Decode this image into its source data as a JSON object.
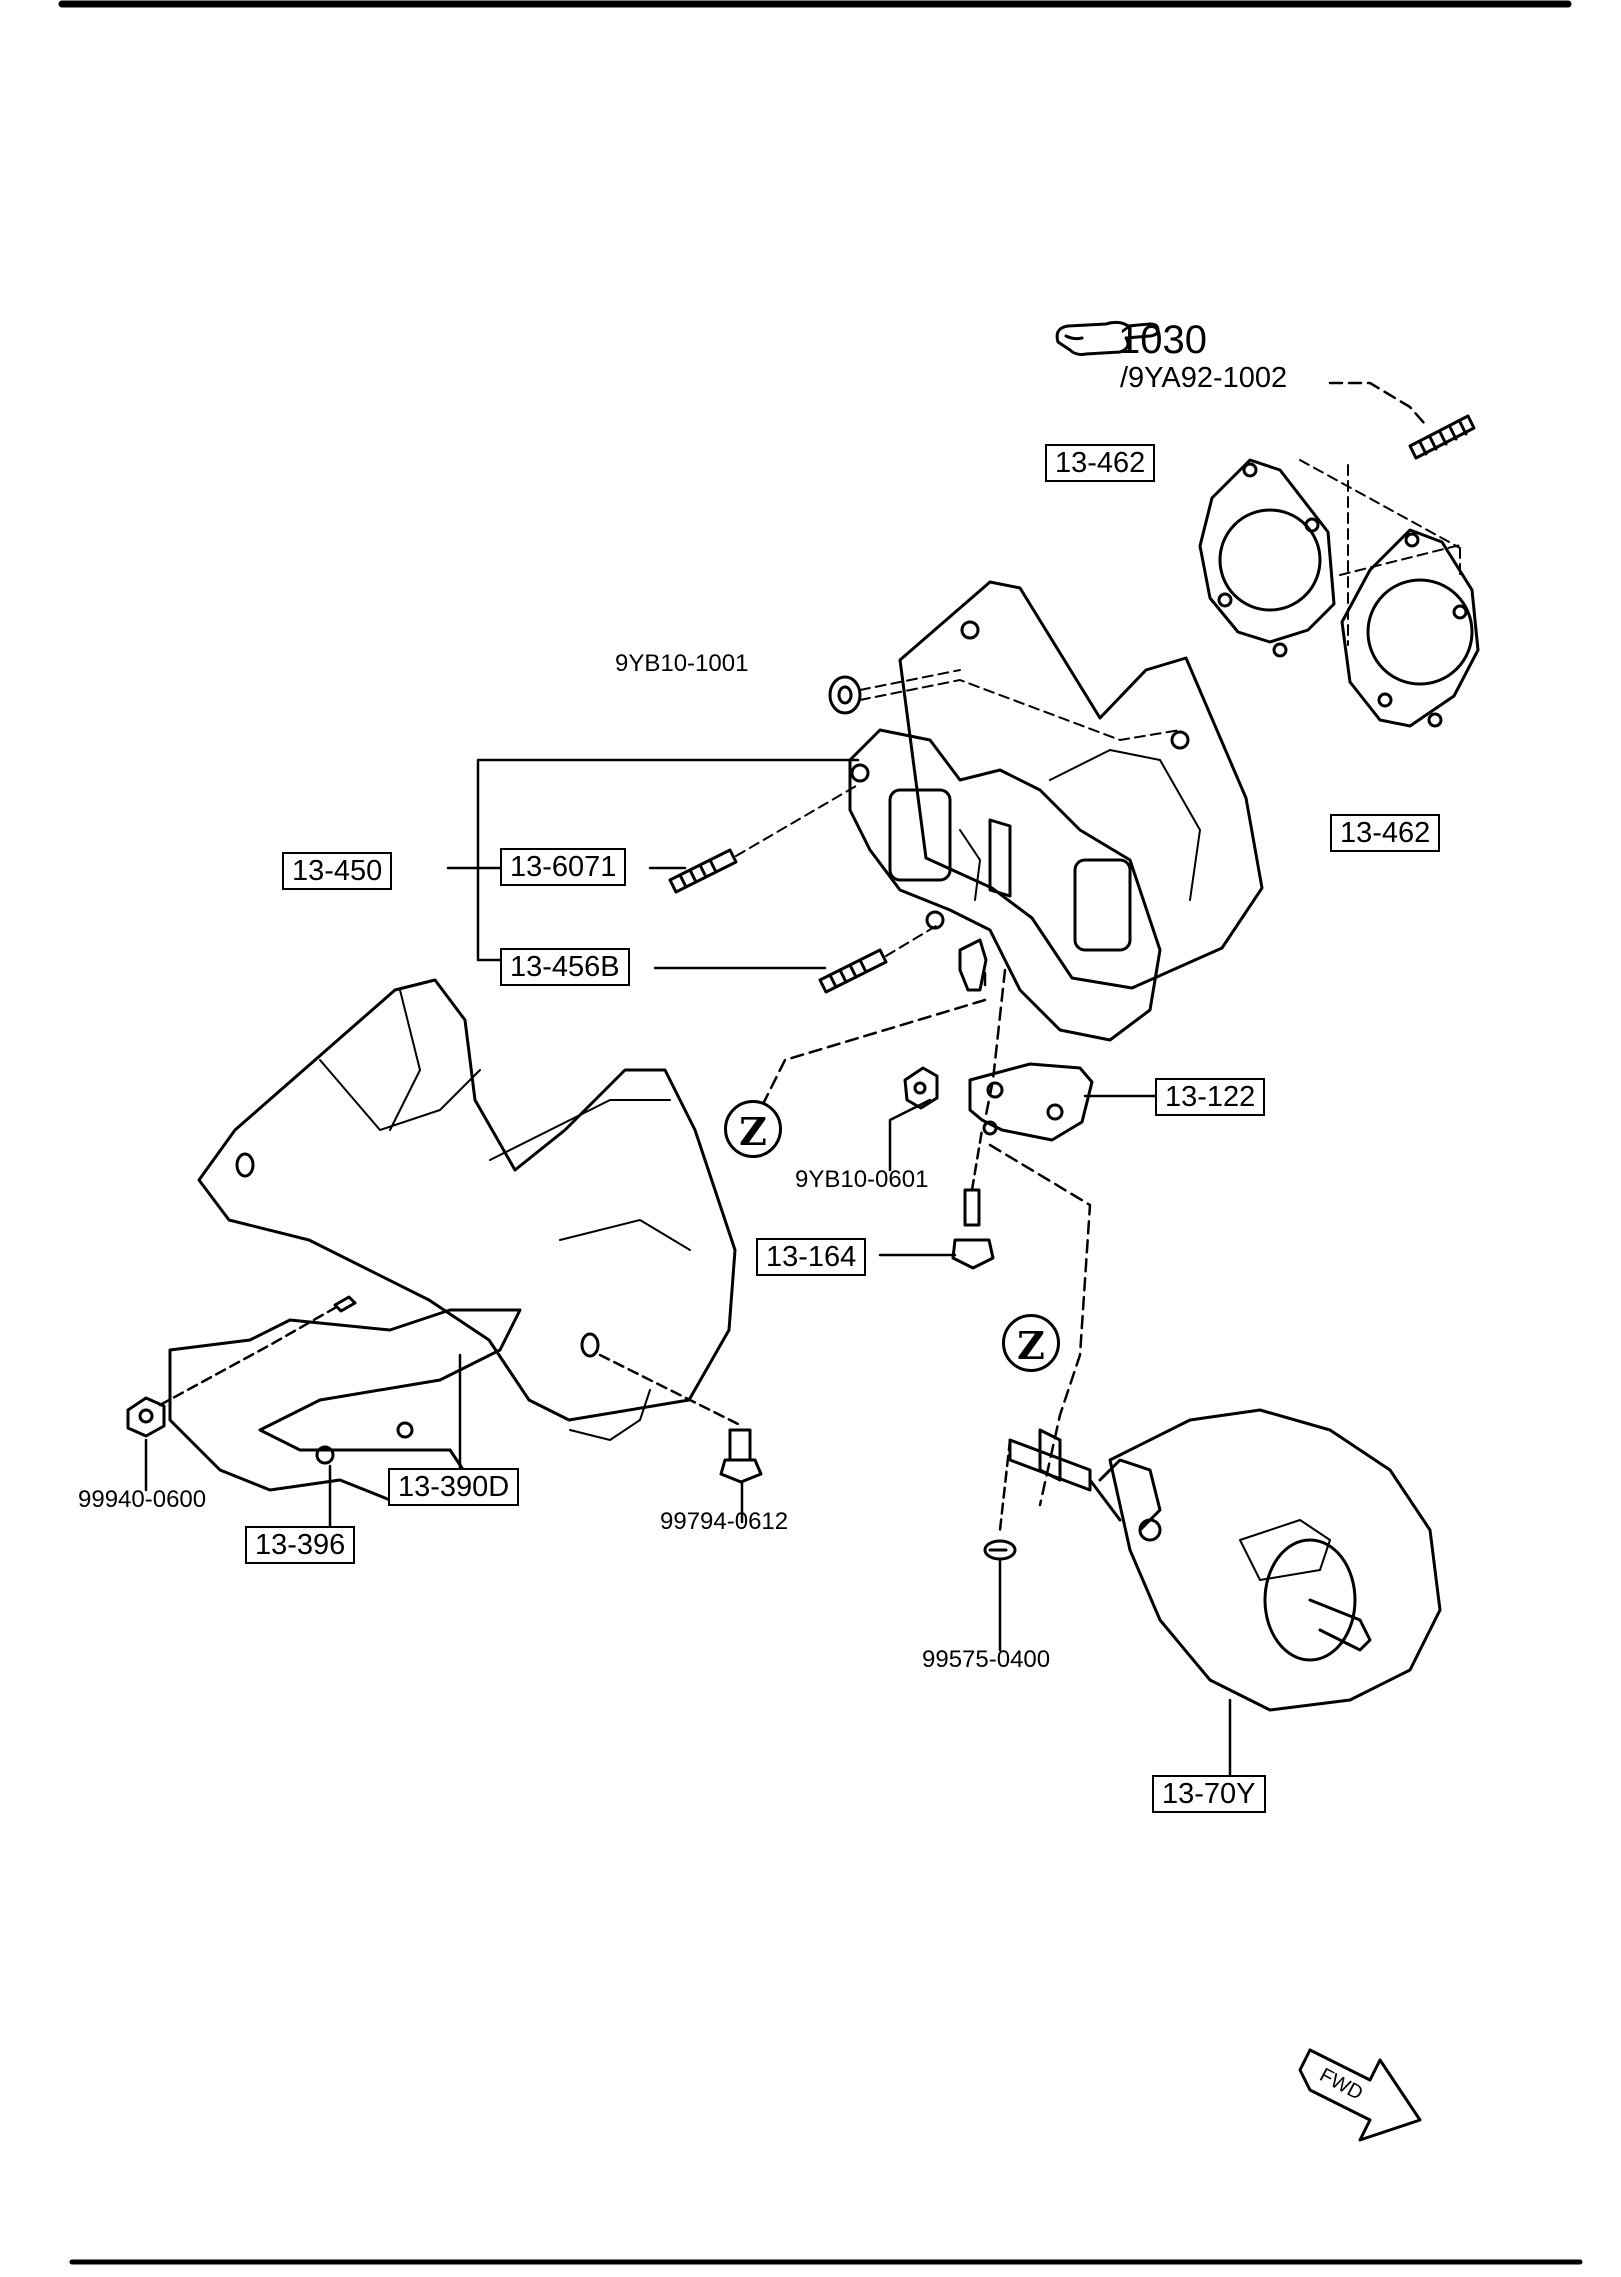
{
  "reference": {
    "number": "1030",
    "subpart": "/9YA92-1002"
  },
  "labels": {
    "p13_462_top": "13-462",
    "p13_462_bottom": "13-462",
    "p9yb10_1001": "9YB10-1001",
    "p13_450": "13-450",
    "p13_6071": "13-6071",
    "p13_456b": "13-456B",
    "p13_122": "13-122",
    "p9yb10_0601": "9YB10-0601",
    "p13_164": "13-164",
    "p99940_0600": "99940-0600",
    "p13_390d": "13-390D",
    "p99794_0612": "99794-0612",
    "p13_396": "13-396",
    "p99575_0400": "99575-0400",
    "p13_70y": "13-70Y"
  },
  "markers": {
    "z1": "Z",
    "z2": "Z"
  },
  "direction": {
    "label": "FWD"
  }
}
